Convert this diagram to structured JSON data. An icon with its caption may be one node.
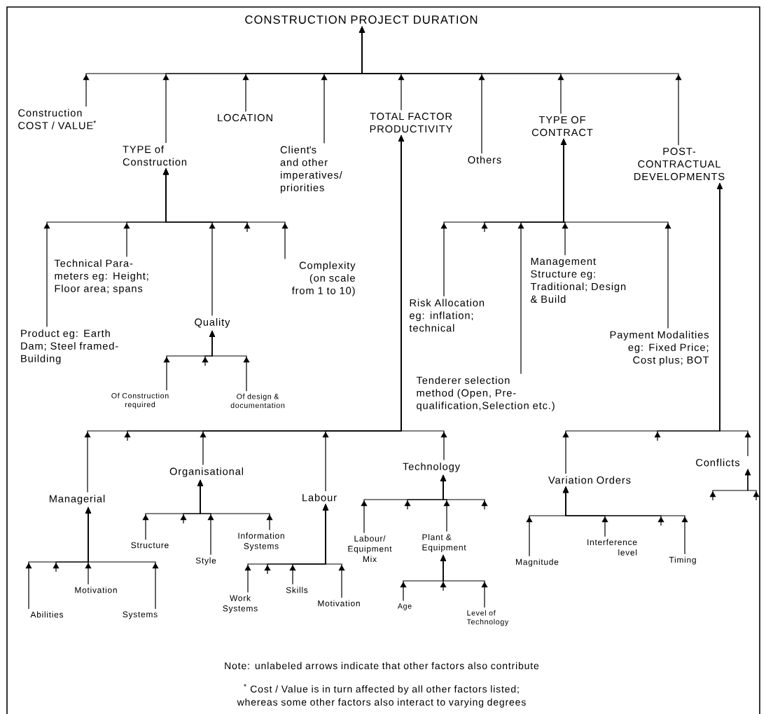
{
  "diagram": {
    "nodes": [
      {
        "text": [
          "CONSTRUCTION PROJECT DURATION"
        ]
      },
      {
        "text": [
          "Construction COST / VALUE$^{*}$"
        ]
      },
      {
        "text": [
          "TYPE of Construction"
        ]
      },
      {
        "text": [
          "LOCATION"
        ]
      },
      {
        "text": [
          "Client's and other imperatives/ priorities"
        ]
      },
      {
        "text": [
          "TOTAL FACTOR PRODUCTIVITY"
        ]
      },
      {
        "text": [
          "Others"
        ]
      },
      {
        "text": [
          "TYPE OF CONTRACT"
        ]
      },
      {
        "text": [
          "POST- CONTRACTUAL DEVELOPMENTS"
        ]
      },
      {
        "text": [
          "Product eg: Earth Dam; Steel framed- Building"
        ]
      },
      {
        "text": [
          "Technical Para- meters eg: Height; Floor area; spans"
        ]
      },
      {
        "text": [
          "Quality"
        ]
      },
      {
        "text": [
          "Complexity (on scale from 1 to 10)"
        ]
      },
      {
        "text": [
          "Of Construction required"
        ]
      },
      {
        "text": [
          "Of design & documentation"
        ]
      },
      {
        "text": [
          "Managerial"
        ]
      },
      {
        "text": [
          "Organisational"
        ]
      },
      {
        "text": [
          "Labour"
        ]
      },
      {
        "text": [
          "Technology"
        ]
      },
      {
        "text": [
          "Abilities"
        ]
      },
      {
        "text": [
          "Motivation"
        ]
      },
      {
        "text": [
          "Systems"
        ]
      },
      {
        "text": [
          "Structure"
        ]
      },
      {
        "text": [
          "Style"
        ]
      },
      {
        "text": [
          "Information Systems"
        ]
      },
      {
        "text": [
          "Work Systems"
        ]
      },
      {
        "text": [
          "Skills"
        ]
      },
      {
        "text": [
          "Motivation"
        ]
      },
      {
        "text": [
          "Labour/ Equipment Mix"
        ]
      },
      {
        "text": [
          "Plant & Equipment"
        ]
      },
      {
        "text": [
          "Age"
        ]
      },
      {
        "text": [
          "Level of Technology"
        ]
      },
      {
        "text": [
          "Variation Orders"
        ]
      },
      {
        "text": [
          "Conflicts"
        ]
      },
      {
        "text": [
          "Magnitude"
        ]
      },
      {
        "text": [
          "Interference level"
        ]
      },
      {
        "text": [
          "Timing"
        ]
      },
      {
        "text": [
          "Risk Allocation eg: inflation; technical"
        ]
      },
      {
        "text": [
          "Tenderer selection method (Open, Pre- qualification,Selection etc.)"
        ]
      },
      {
        "text": [
          "Management Structure eg: Traditional; Design & Build"
        ]
      },
      {
        "text": [
          "Payment Modalities eg: Fixed Price; Cost plus; BOT"
        ]
      }
    ],
    "edges": [
      {
        "from": 1,
        "to": 0,
        "arrow": "to"
      },
      {
        "from": 2,
        "to": 0,
        "arrow": "to"
      },
      {
        "from": 3,
        "to": 0,
        "arrow": "to"
      },
      {
        "from": 4,
        "to": 0,
        "arrow": "to"
      },
      {
        "from": 5,
        "to": 0,
        "arrow": "to"
      },
      {
        "from": 6,
        "to": 0,
        "arrow": "to"
      },
      {
        "from": 7,
        "to": 0,
        "arrow": "to"
      },
      {
        "from": 8,
        "to": 0,
        "arrow": "to"
      },
      {
        "from": 9,
        "to": 2,
        "arrow": "to"
      },
      {
        "from": 10,
        "to": 2,
        "arrow": "to"
      },
      {
        "from": 11,
        "to": 2,
        "arrow": "to"
      },
      {
        "from": null,
        "to": 2,
        "arrow": "to"
      },
      {
        "from": 12,
        "to": 2,
        "arrow": "to"
      },
      {
        "from": 13,
        "to": 11,
        "arrow": "to"
      },
      {
        "from": null,
        "to": 11,
        "arrow": "to"
      },
      {
        "from": 14,
        "to": 11,
        "arrow": "to"
      },
      {
        "from": 37,
        "to": 7,
        "arrow": "to"
      },
      {
        "from": null,
        "to": 7,
        "arrow": "to"
      },
      {
        "from": 38,
        "to": 7,
        "arrow": "to"
      },
      {
        "from": 39,
        "to": 7,
        "arrow": "to"
      },
      {
        "from": 40,
        "to": 7,
        "arrow": "to"
      },
      {
        "from": 15,
        "to": 5,
        "arrow": "to"
      },
      {
        "from": null,
        "to": 5,
        "arrow": "to"
      },
      {
        "from": 16,
        "to": 5,
        "arrow": "to"
      },
      {
        "from": 17,
        "to": 5,
        "arrow": "to"
      },
      {
        "from": 18,
        "to": 5,
        "arrow": "to"
      },
      {
        "from": 19,
        "to": 15,
        "arrow": "to"
      },
      {
        "from": null,
        "to": 15,
        "arrow": "to"
      },
      {
        "from": 20,
        "to": 15,
        "arrow": "to"
      },
      {
        "from": 21,
        "to": 15,
        "arrow": "to"
      },
      {
        "from": 22,
        "to": 16,
        "arrow": "to"
      },
      {
        "from": null,
        "to": 16,
        "arrow": "to"
      },
      {
        "from": 23,
        "to": 16,
        "arrow": "to"
      },
      {
        "from": 24,
        "to": 16,
        "arrow": "to"
      },
      {
        "from": 25,
        "to": 17,
        "arrow": "to"
      },
      {
        "from": null,
        "to": 17,
        "arrow": "to"
      },
      {
        "from": 26,
        "to": 17,
        "arrow": "to"
      },
      {
        "from": 27,
        "to": 17,
        "arrow": "to"
      },
      {
        "from": 28,
        "to": 18,
        "arrow": "to"
      },
      {
        "from": null,
        "to": 18,
        "arrow": "to"
      },
      {
        "from": 29,
        "to": 18,
        "arrow": "to"
      },
      {
        "from": null,
        "to": 18,
        "arrow": "to"
      },
      {
        "from": 30,
        "to": 29,
        "arrow": "to"
      },
      {
        "from": null,
        "to": 29,
        "arrow": "to"
      },
      {
        "from": 31,
        "to": 29,
        "arrow": "to"
      },
      {
        "from": 32,
        "to": 8,
        "arrow": "to"
      },
      {
        "from": null,
        "to": 8,
        "arrow": "to"
      },
      {
        "from": 33,
        "to": 8,
        "arrow": "to"
      },
      {
        "from": 34,
        "to": 32,
        "arrow": "to"
      },
      {
        "from": 35,
        "to": 32,
        "arrow": "to"
      },
      {
        "from": null,
        "to": 32,
        "arrow": "to"
      },
      {
        "from": 36,
        "to": 32,
        "arrow": "to"
      },
      {
        "from": null,
        "to": 33,
        "arrow": "to"
      },
      {
        "from": null,
        "to": 33,
        "arrow": "to"
      }
    ],
    "labels": [
      "Note: unlabeled arrows indicate that other factors also contribute",
      "$^{*}$ Cost / Value is in turn affected by all other factors listed; whereas some other factors also interact to varying degrees"
    ]
  }
}
